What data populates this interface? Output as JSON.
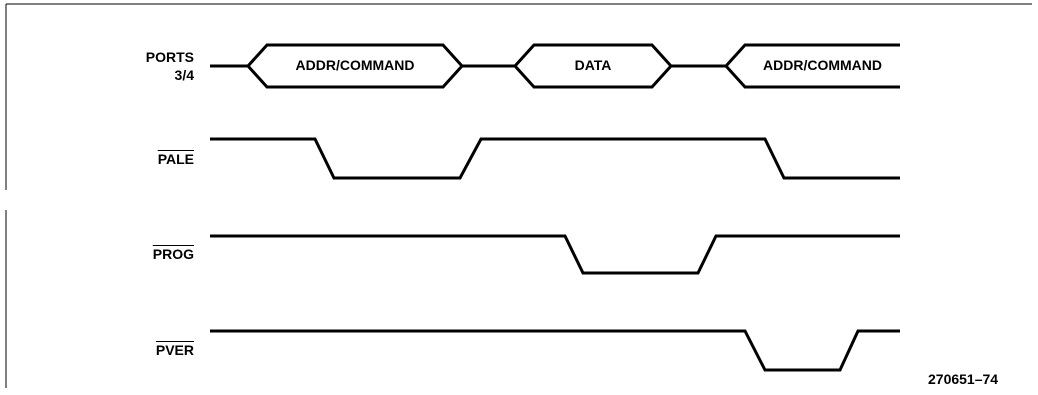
{
  "signals": {
    "ports": {
      "line1": "PORTS",
      "line2": "3/4"
    },
    "pale": "PALE",
    "prog": "PROG",
    "pver": "PVER"
  },
  "bus_segments": [
    {
      "label": "ADDR/COMMAND"
    },
    {
      "label": "DATA"
    },
    {
      "label": "ADDR/COMMAND"
    }
  ],
  "figure_id": "270651–74"
}
